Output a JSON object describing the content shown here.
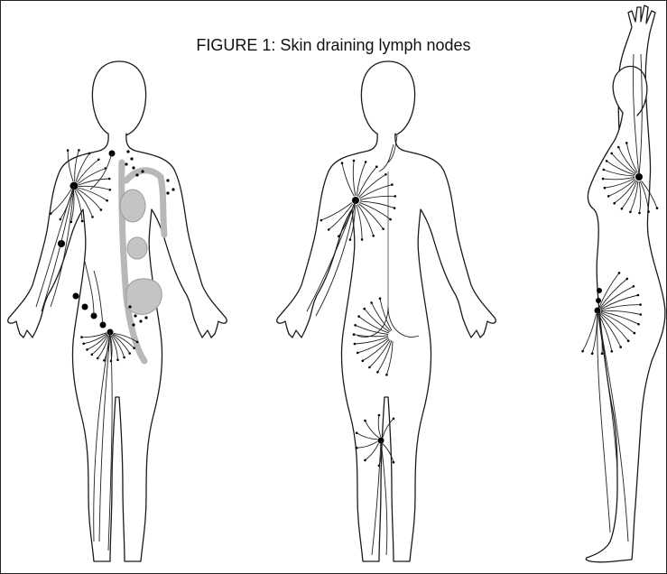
{
  "figure": {
    "title": "FIGURE 1: Skin draining lymph nodes"
  },
  "views": [
    "front",
    "back",
    "side"
  ],
  "colors": {
    "outline": "#1a1a1a",
    "lymph_vessel": "#222222",
    "organ_fill": "#c4c4c4",
    "node": "#000000",
    "background": "#ffffff"
  }
}
